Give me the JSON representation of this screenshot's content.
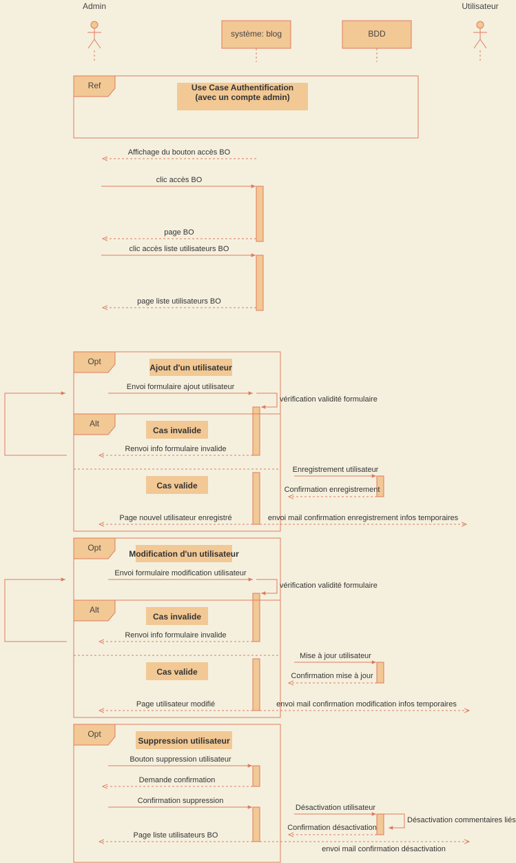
{
  "participants": {
    "admin": "Admin",
    "blog": "système: blog",
    "bdd": "BDD",
    "user": "Utilisateur"
  },
  "ref": {
    "tag": "Ref",
    "line1": "Use Case Authentification",
    "line2": "(avec un compte admin)"
  },
  "messages": {
    "m1": "Affichage du bouton accès BO",
    "m2": "clic accès BO",
    "m3": "page BO",
    "m4": "clic accès liste utilisateurs BO",
    "m5": "page liste utilisateurs BO"
  },
  "opt_add": {
    "tag": "Opt",
    "title": "Ajout d'un utilisateur",
    "send": "Envoi formulaire ajout utilisateur",
    "verify": "vérification validité formulaire",
    "alt_tag": "Alt",
    "invalid": "Cas invalide",
    "invalid_reply": "Renvoi info formulaire invalide",
    "valid": "Cas valide",
    "save": "Enregistrement utilisateur",
    "save_confirm": "Confirmation enregistrement",
    "page": "Page nouvel utilisateur enregistré",
    "mail": "envoi mail confirmation enregistrement infos temporaires"
  },
  "opt_edit": {
    "tag": "Opt",
    "title": "Modification d'un utilisateur",
    "send": "Envoi formulaire modification utilisateur",
    "verify": "vérification validité formulaire",
    "alt_tag": "Alt",
    "invalid": "Cas invalide",
    "invalid_reply": "Renvoi info formulaire invalide",
    "valid": "Cas valide",
    "update": "Mise à jour utilisateur",
    "update_confirm": "Confirmation mise à jour",
    "page": "Page utilisateur modifié",
    "mail": "envoi mail confirmation modification infos temporaires"
  },
  "opt_delete": {
    "tag": "Opt",
    "title": "Suppression utilisateur",
    "button": "Bouton suppression utilisateur",
    "ask": "Demande confirmation",
    "confirm": "Confirmation suppression",
    "deactivate": "Désactivation utilisateur",
    "deactivate_comments": "Désactivation commentaires liés",
    "deactivate_confirm": "Confirmation désactivation",
    "page": "Page liste utilisateurs BO",
    "mail": "envoi mail confirmation désactivation"
  }
}
